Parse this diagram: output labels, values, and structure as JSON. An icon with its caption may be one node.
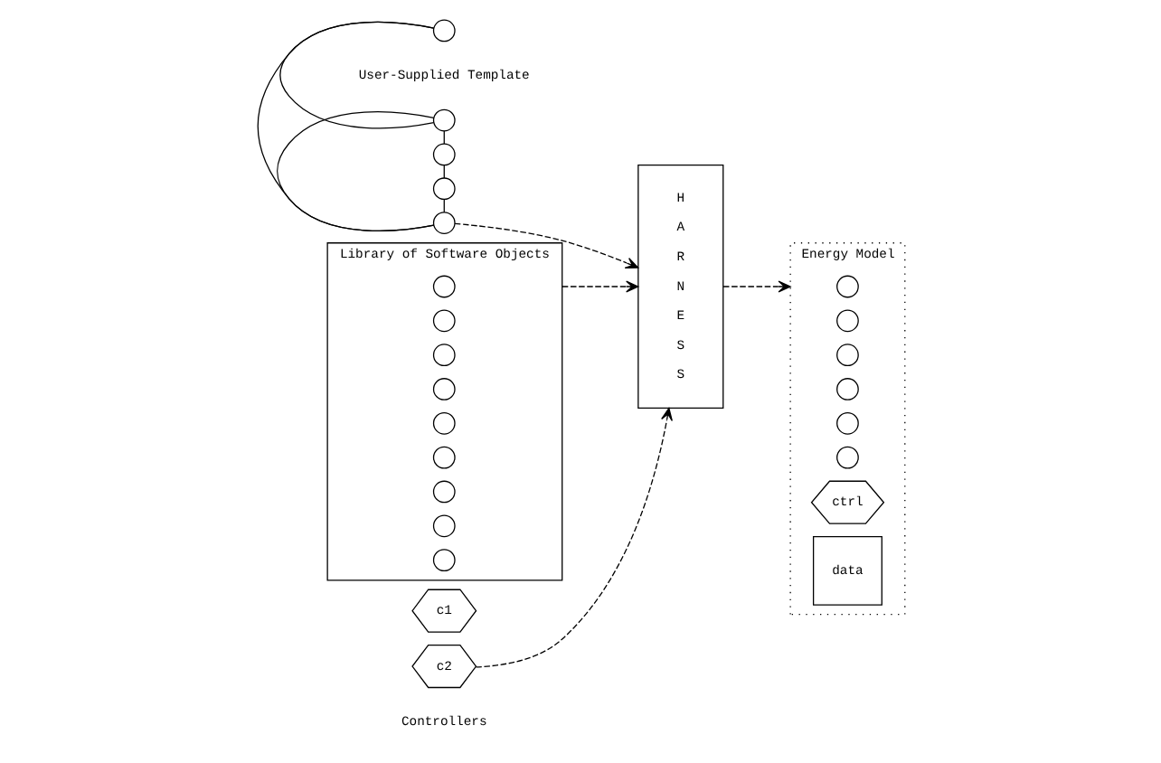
{
  "diagram": {
    "nodes": [
      {
        "text": [],
        "shape": "circle"
      },
      {
        "text": [],
        "shape": "circle"
      },
      {
        "text": [],
        "shape": "circle"
      },
      {
        "text": [],
        "shape": "circle"
      },
      {
        "text": [],
        "shape": "circle"
      },
      {
        "text": [
          "Library of Software Objects"
        ]
      },
      {
        "text": [],
        "shape": "circle",
        "in": 5
      },
      {
        "text": [],
        "shape": "circle",
        "in": 5
      },
      {
        "text": [],
        "shape": "circle",
        "in": 5
      },
      {
        "text": [],
        "shape": "circle",
        "in": 5
      },
      {
        "text": [],
        "shape": "circle",
        "in": 5
      },
      {
        "text": [],
        "shape": "circle",
        "in": 5
      },
      {
        "text": [],
        "shape": "circle",
        "in": 5
      },
      {
        "text": [],
        "shape": "circle",
        "in": 5
      },
      {
        "text": [],
        "shape": "circle",
        "in": 5
      },
      {
        "text": [
          "c1"
        ]
      },
      {
        "text": [
          "c2"
        ]
      },
      {
        "text": [
          "HARNESS"
        ]
      },
      {
        "text": [
          "Energy Model"
        ]
      },
      {
        "text": [],
        "shape": "circle",
        "in": 18
      },
      {
        "text": [],
        "shape": "circle",
        "in": 18
      },
      {
        "text": [],
        "shape": "circle",
        "in": 18
      },
      {
        "text": [],
        "shape": "circle",
        "in": 18
      },
      {
        "text": [],
        "shape": "circle",
        "in": 18
      },
      {
        "text": [],
        "shape": "circle",
        "in": 18
      },
      {
        "text": [
          "ctrl"
        ],
        "in": 18
      },
      {
        "text": [
          "data"
        ],
        "in": 18
      }
    ],
    "edges": [
      {
        "from": 0,
        "to": 1,
        "arrow": "none"
      },
      {
        "from": 0,
        "to": 4,
        "arrow": "none"
      },
      {
        "from": 1,
        "to": 2,
        "arrow": "none"
      },
      {
        "from": 1,
        "to": 4,
        "arrow": "none"
      },
      {
        "from": 2,
        "to": 3,
        "arrow": "none"
      },
      {
        "from": 3,
        "to": 4,
        "arrow": "none"
      },
      {
        "from": 4,
        "to": 17,
        "arrow": "to",
        "style": "dashed"
      },
      {
        "from": 5,
        "to": 17,
        "arrow": "to",
        "style": "dashed"
      },
      {
        "from": 16,
        "to": 17,
        "arrow": "to",
        "style": "dashed"
      },
      {
        "from": 17,
        "to": 18,
        "arrow": "to",
        "style": "dashed"
      }
    ],
    "labels": [
      "User-Supplied Template",
      "Controllers"
    ]
  }
}
